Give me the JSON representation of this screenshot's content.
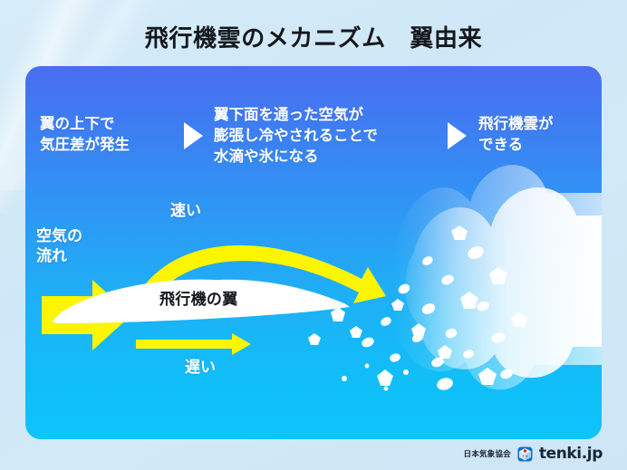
{
  "title": "飛行機雲のメカニズム　翼由来",
  "colors": {
    "background_top": "#d6ecf8",
    "panel_top": "#4a6ef0",
    "panel_bottom": "#0ec4fa",
    "arrow_yellow": "#fbf500",
    "text_white": "#ffffff",
    "wing_white": "#ffffff",
    "title_dark": "#15181c"
  },
  "steps": [
    {
      "text": "翼の上下で\n気圧差が発生"
    },
    {
      "text": "翼下面を通った空気が\n膨張し冷やされることで\n水滴や氷になる"
    },
    {
      "text": "飛行機雲が\nできる"
    }
  ],
  "step_arrow_icon": "triangle-right-icon",
  "diagram": {
    "fast_label": "速い",
    "slow_label": "遅い",
    "flow_label": "空気の\n流れ",
    "wing_label": "飛行機の翼",
    "flow_arrow_icon": "block-arrow-right-icon",
    "upper_arrow_icon": "curved-arrow-right-icon",
    "lower_arrow_icon": "straight-arrow-right-icon",
    "droplet_icon": "water-droplet-icon",
    "crystal_icon": "ice-crystal-icon",
    "cloud_icon": "cloud-icon"
  },
  "footer": {
    "association": "日本気象協会",
    "brand": "tenki.jp",
    "logo_icon": "tenki-cube-logo-icon"
  }
}
